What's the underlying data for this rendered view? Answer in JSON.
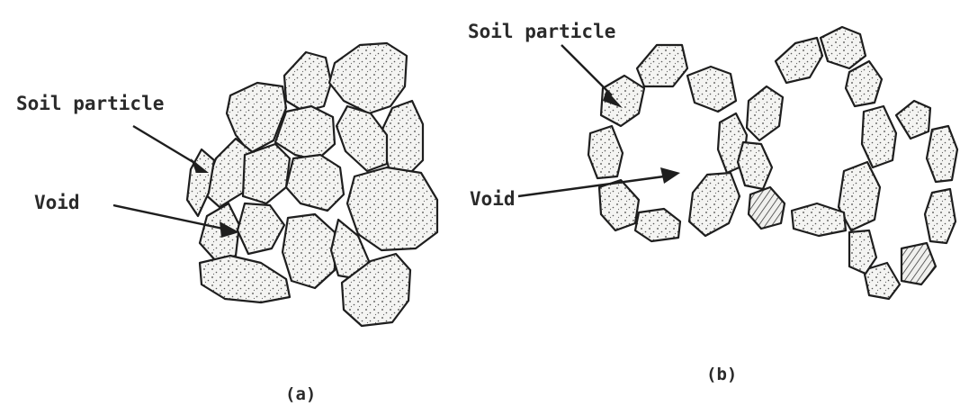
{
  "figure_a": {
    "label_particle": "Soil particle",
    "label_void": "Void",
    "caption": "(a)"
  },
  "figure_b": {
    "label_particle": "Soil particle",
    "label_void": "Void",
    "caption": "(b)"
  }
}
